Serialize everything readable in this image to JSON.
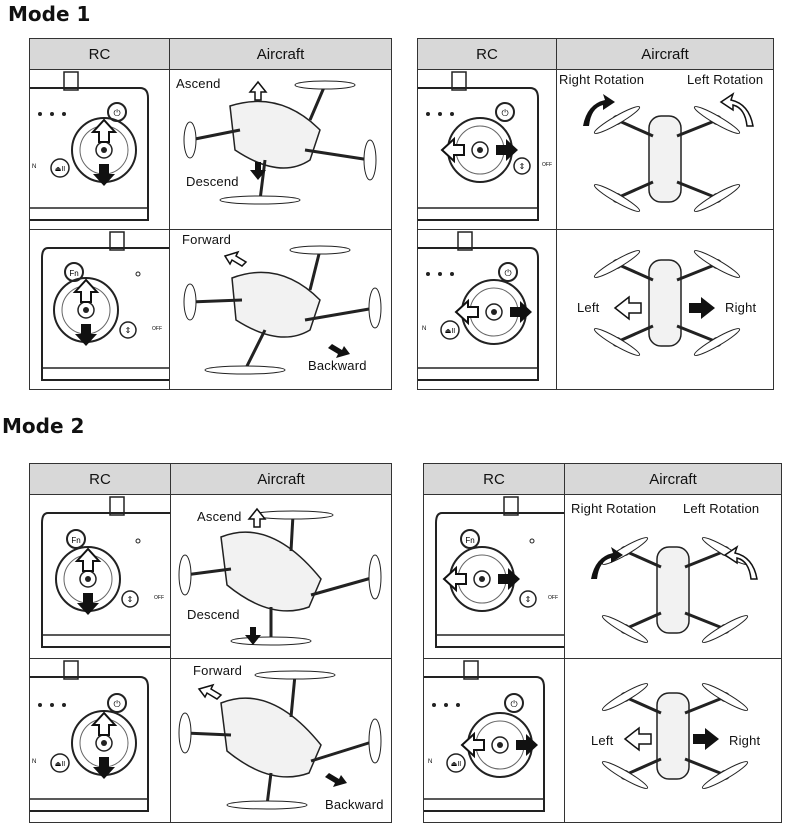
{
  "modes": [
    {
      "title": "Mode 1",
      "tables": [
        {
          "headers": {
            "rc": "RC",
            "aircraft": "Aircraft"
          },
          "rows": [
            {
              "kind": "side",
              "label_up": "Ascend",
              "label_down": "Descend",
              "rc_button": "power",
              "rc_arrows": "vertical"
            },
            {
              "kind": "side",
              "label_up": "Forward",
              "label_down": "Backward",
              "rc_button": "fn",
              "rc_arrows": "vertical"
            }
          ]
        },
        {
          "headers": {
            "rc": "RC",
            "aircraft": "Aircraft"
          },
          "rows": [
            {
              "kind": "top",
              "label_left": "Right Rotation",
              "label_right": "Left Rotation",
              "rc_button": "power",
              "rc_arrows": "horizontal"
            },
            {
              "kind": "top",
              "label_left": "Left",
              "label_right": "Right",
              "rc_button": "power",
              "rc_arrows": "horizontal"
            }
          ]
        }
      ]
    },
    {
      "title": "Mode 2",
      "tables": [
        {
          "headers": {
            "rc": "RC",
            "aircraft": "Aircraft"
          },
          "rows": [
            {
              "kind": "side",
              "label_up": "Ascend",
              "label_down": "Descend",
              "rc_button": "fn",
              "rc_arrows": "vertical"
            },
            {
              "kind": "side",
              "label_up": "Forward",
              "label_down": "Backward",
              "rc_button": "power",
              "rc_arrows": "vertical"
            }
          ]
        },
        {
          "headers": {
            "rc": "RC",
            "aircraft": "Aircraft"
          },
          "rows": [
            {
              "kind": "top",
              "label_left": "Right Rotation",
              "label_right": "Left Rotation",
              "rc_button": "fn",
              "rc_arrows": "horizontal"
            },
            {
              "kind": "top",
              "label_left": "Left",
              "label_right": "Right",
              "rc_button": "power",
              "rc_arrows": "horizontal"
            }
          ]
        }
      ]
    }
  ],
  "rc_labels": {
    "off": "OFF",
    "fn": "Fn"
  }
}
